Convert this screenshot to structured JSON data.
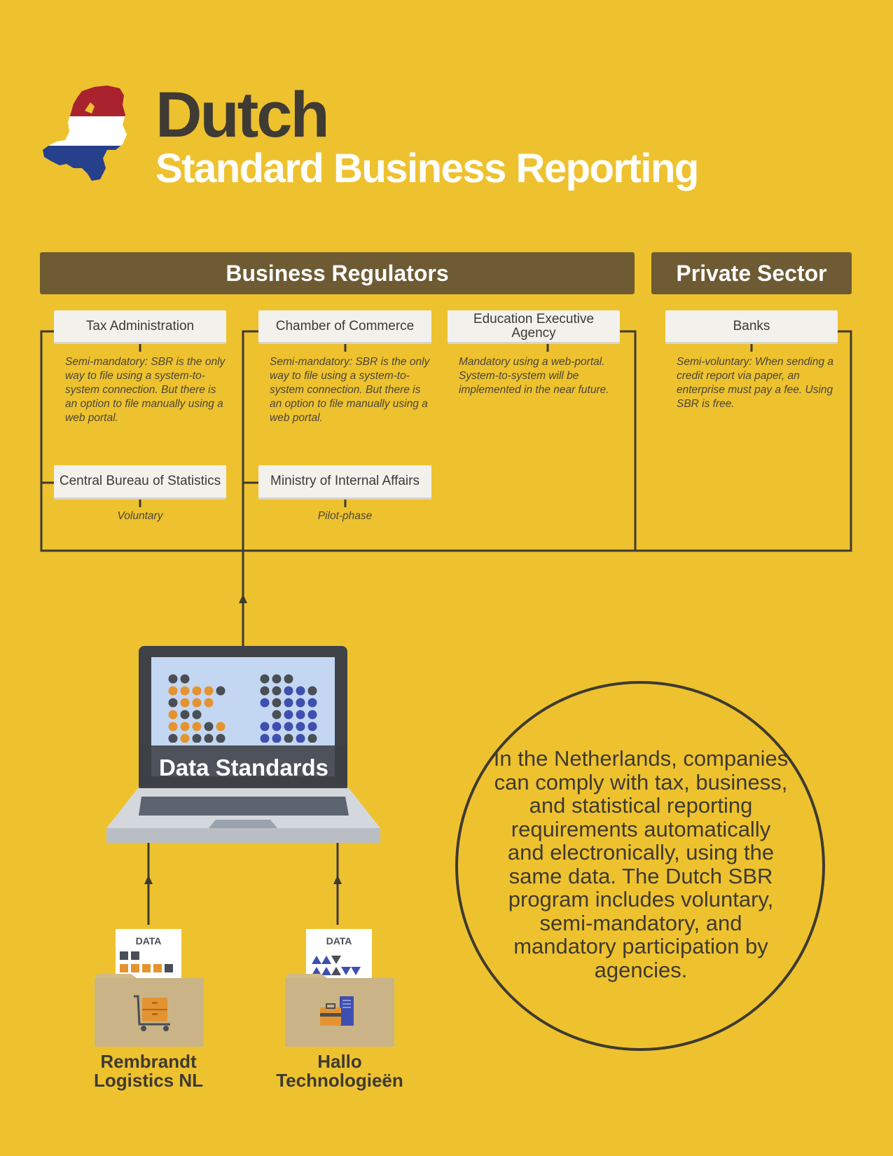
{
  "header": {
    "title": "Dutch",
    "subtitle": "Standard Business Reporting"
  },
  "regulators": {
    "banner": "Business Regulators",
    "tax": {
      "name": "Tax Administration",
      "note": "Semi-mandatory: SBR is the only way to file using a system-to-system connection. But there is an option to file manually using a web portal."
    },
    "chamber": {
      "name": "Chamber of Commerce",
      "note": "Semi-mandatory: SBR is the only way to file using a system-to-system connection. But there is an option to file manually using a web portal."
    },
    "education": {
      "name": "Education Executive Agency",
      "note": "Mandatory using a web-portal. System-to-system will be implemented in the near future."
    },
    "statistics": {
      "name": "Central Bureau of Statistics",
      "note": "Voluntary"
    },
    "ministry": {
      "name": "Ministry of Internal Affairs",
      "note": "Pilot-phase"
    }
  },
  "private": {
    "banner": "Private Sector",
    "banks": {
      "name": "Banks",
      "note": "Semi-voluntary: When sending a credit report via paper, an enterprise must pay a fee. Using SBR is free."
    }
  },
  "laptop": {
    "label": "Data Standards"
  },
  "companies": {
    "left": {
      "doc_label": "DATA",
      "name": "Rembrandt Logistics NL"
    },
    "right": {
      "doc_label": "DATA",
      "name": "Hallo Technologieën"
    }
  },
  "summary": "In the Netherlands, companies can comply with tax, business, and statistical reporting requirements automatically and electronically, using the same data. The Dutch SBR program includes voluntary, semi-mandatory, and mandatory participation by agencies.",
  "colors": {
    "background": "#eec22f",
    "banner": "#6e5a33",
    "lines": "#3f3a30",
    "flag_red": "#a8232e",
    "flag_white": "#ffffff",
    "flag_blue": "#27408b",
    "dot_orange": "#e39430",
    "dot_dark": "#4a4e55",
    "dot_blue": "#3f4fb0"
  }
}
